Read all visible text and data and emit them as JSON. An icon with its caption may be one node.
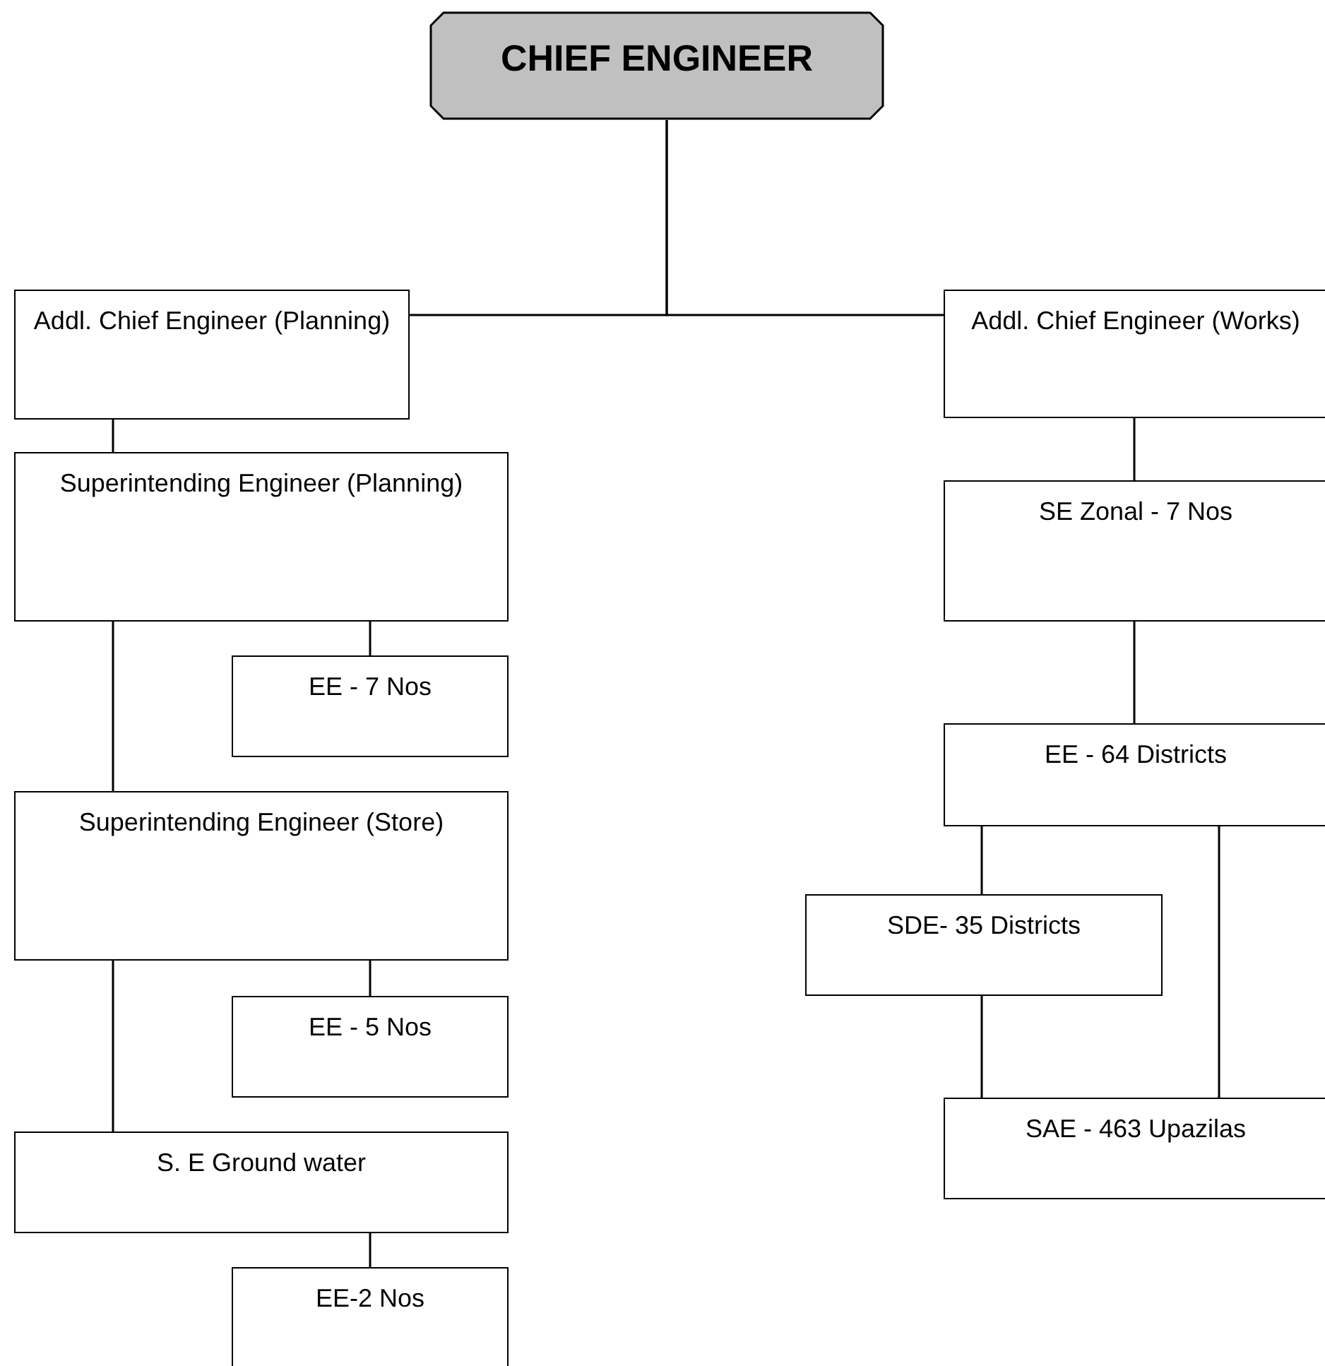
{
  "diagram": {
    "nodes": [
      {
        "text": [
          "CHIEF ENGINEER"
        ]
      },
      {
        "text": [
          "Addl. Chief Engineer (Planning)"
        ]
      },
      {
        "text": [
          "Addl. Chief Engineer (Works)"
        ]
      },
      {
        "text": [
          "Superintending Engineer (Planning)"
        ]
      },
      {
        "text": [
          "EE - 7 Nos"
        ]
      },
      {
        "text": [
          "Superintending Engineer (Store)"
        ]
      },
      {
        "text": [
          "EE - 5 Nos"
        ]
      },
      {
        "text": [
          "S. E Ground water"
        ]
      },
      {
        "text": [
          "EE-2 Nos"
        ]
      },
      {
        "text": [
          "SE Zonal - 7 Nos"
        ]
      },
      {
        "text": [
          "EE - 64 Districts"
        ]
      },
      {
        "text": [
          "SDE- 35 Districts"
        ]
      },
      {
        "text": [
          "SAE - 463 Upazilas"
        ]
      }
    ],
    "edges": [
      {
        "from": 0,
        "to": 1,
        "arrow": "none"
      },
      {
        "from": 0,
        "to": 2,
        "arrow": "none"
      },
      {
        "from": 1,
        "to": 3,
        "arrow": "none"
      },
      {
        "from": 3,
        "to": 4,
        "arrow": "none"
      },
      {
        "from": 3,
        "to": 5,
        "arrow": "none"
      },
      {
        "from": 5,
        "to": 6,
        "arrow": "none"
      },
      {
        "from": 5,
        "to": 7,
        "arrow": "none"
      },
      {
        "from": 7,
        "to": 8,
        "arrow": "none"
      },
      {
        "from": 2,
        "to": 9,
        "arrow": "none"
      },
      {
        "from": 9,
        "to": 10,
        "arrow": "none"
      },
      {
        "from": 10,
        "to": 11,
        "arrow": "none"
      },
      {
        "from": 11,
        "to": 12,
        "arrow": "none"
      },
      {
        "from": 10,
        "to": 12,
        "arrow": "none"
      }
    ]
  }
}
